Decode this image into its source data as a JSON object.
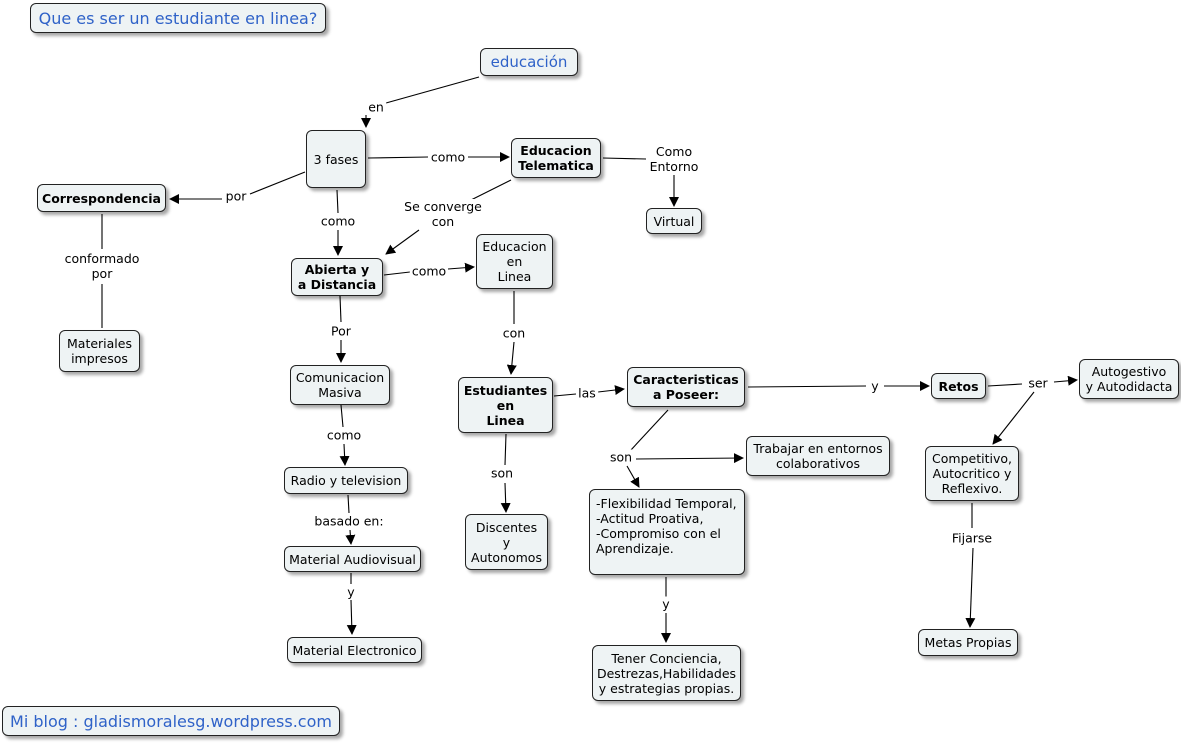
{
  "title": "Que es ser un estudiante en linea?",
  "footer": "Mi blog : gladismoralesg.wordpress.com",
  "nodes": {
    "educacion": "educación",
    "fases": "3 fases",
    "telematica": "Educacion\nTelematica",
    "virtual": "Virtual",
    "correspondencia": "Correspondencia",
    "materiales": "Materiales\nimpresos",
    "abierta": "Abierta y\na Distancia",
    "edu_linea": "Educacion\nen\nLinea",
    "comunicacion": "Comunicacion\nMasiva",
    "radio": "Radio y television",
    "audiovisual": "Material Audiovisual",
    "electronico": "Material Electronico",
    "estudiantes": "Estudiantes\nen\nLinea",
    "discentes": "Discentes\ny\nAutonomos",
    "caracteristicas": "Caracteristicas\na Poseer:",
    "trabajar": "Trabajar en entornos\ncolaborativos",
    "flexibilidad": "-Flexibilidad Temporal,\n-Actitud Proativa,\n-Compromiso con el\n Aprendizaje.",
    "tener": "Tener Conciencia,\nDestrezas,Habilidades\ny estrategias propias.",
    "retos": "Retos",
    "autogestivo": "Autogestivo\ny Autodidacta",
    "competitivo": "Competitivo,\nAutocritico y\nReflexivo.",
    "metas": "Metas Propias"
  },
  "links": {
    "en": "en",
    "como1": "como",
    "como_entorno": "Como\nEntorno",
    "por": "por",
    "conformado": "conformado\npor",
    "como2": "como",
    "se_converge": "Se converge\ncon",
    "como3": "como",
    "por2": "Por",
    "con": "con",
    "como4": "como",
    "basado": "basado en:",
    "y1": "y",
    "las": "las",
    "son1": "son",
    "son2": "son",
    "y2": "y",
    "y3": "y",
    "ser": "ser",
    "fijarse": "Fijarse"
  }
}
